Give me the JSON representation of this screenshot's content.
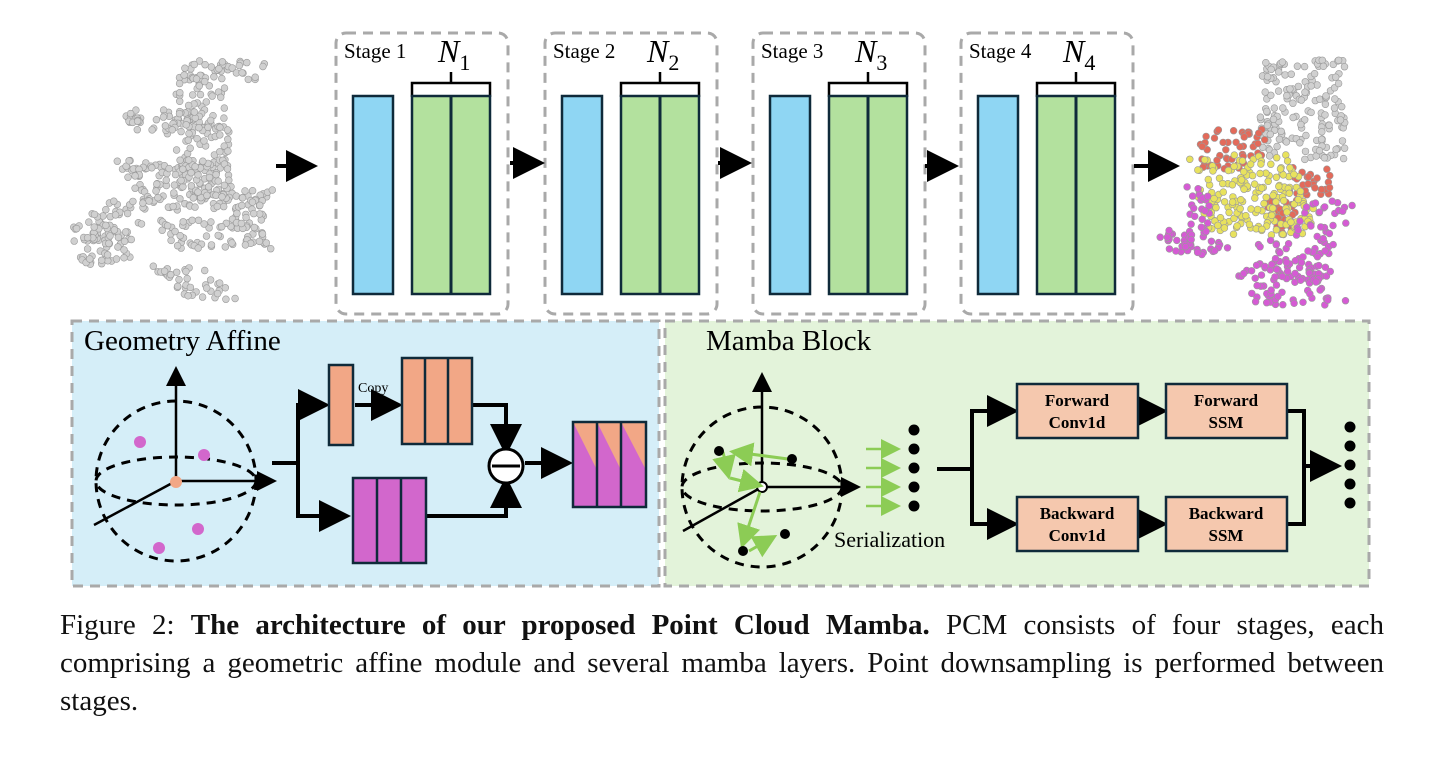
{
  "stages": [
    {
      "label": "Stage 1",
      "n_symbol": "N",
      "n_sub": "1"
    },
    {
      "label": "Stage 2",
      "n_symbol": "N",
      "n_sub": "2"
    },
    {
      "label": "Stage 3",
      "n_symbol": "N",
      "n_sub": "3"
    },
    {
      "label": "Stage 4",
      "n_symbol": "N",
      "n_sub": "4"
    }
  ],
  "geometry_affine": {
    "title": "Geometry Affine",
    "copy_label": "Copy"
  },
  "mamba_block": {
    "title": "Mamba Block",
    "serialization_label": "Serialization",
    "forward_conv": [
      "Forward",
      "Conv1d"
    ],
    "forward_ssm": [
      "Forward",
      "SSM"
    ],
    "backward_conv": [
      "Backward",
      "Conv1d"
    ],
    "backward_ssm": [
      "Backward",
      "SSM"
    ]
  },
  "caption": {
    "prefix": "Figure 2: ",
    "bold": "The architecture of our proposed Point Cloud Mamba.",
    "rest": " PCM consists of four stages, each comprising a geometric affine module and several mamba layers. Point downsampling is performed between stages."
  },
  "colors": {
    "blue_block": "#8fd6f3",
    "green_block": "#b3e19e",
    "orange_block": "#f2a786",
    "magenta_block": "#d267cc",
    "ga_background": "#d5eef8",
    "mamba_background": "#e3f3da",
    "mamba_box": "#f5c8ae",
    "point_cloud_grey": "#d0d0d0",
    "seg_red": "#e36a5a",
    "seg_yellow": "#e8e25e",
    "seg_magenta": "#d55bd4",
    "serialization_arrow": "#8ccc55"
  }
}
